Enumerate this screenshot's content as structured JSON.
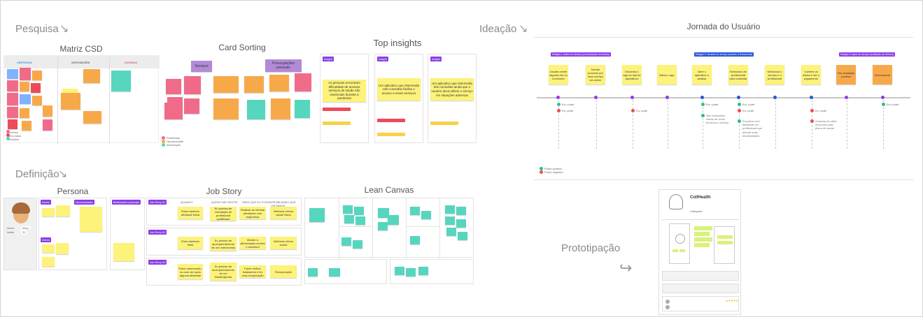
{
  "sections": {
    "pesquisa": "Pesquisa",
    "definicao": "Definição",
    "ideacao": "Ideação",
    "prototipacao": "Prototipação"
  },
  "titles": {
    "matriz": "Matriz CSD",
    "card_sorting": "Card Sorting",
    "top_insights": "Top insights",
    "jornada": "Jornada do Usuário",
    "persona": "Persona",
    "job_story": "Job Story",
    "lean_canvas": "Lean Canvas"
  },
  "matriz": {
    "col_certezas": "CERTEZAS",
    "col_suposicoes": "SUPOSIÇÕES",
    "col_duvidas": "DÚVIDAS",
    "legend": [
      "Produtos",
      "Sem criado",
      "Intenções"
    ]
  },
  "card_sorting": {
    "headers": [
      "Serviços",
      "Preocupações pessoais"
    ],
    "legend": [
      "Problemas",
      "Oportunidade",
      "Informação"
    ]
  },
  "insights": {
    "cards": [
      {
        "text": "As pessoas encontram dificuldade de acessar serviços de saúde não essenciais durante a pandemia"
      },
      {
        "text": "Um aplicativo que intermedia tele-consultas facilita o acesso a esses serviços"
      },
      {
        "text": "Um aplicativo que intermedia tele-consultas ainda que o usuário deva utilizar o serviço em situações adversas"
      }
    ]
  },
  "jornada": {
    "stages": [
      "Estágio 1: antes do serviço (comunicação da clínica)",
      "Estágio 2: durante do serviço (usando a ferramenta)",
      "Estágio 3: após do serviço (avaliação de retorno)"
    ],
    "steps": [
      "Usuário sente alguma dor ou incômodo",
      "Decide procurar por esse serviço via online",
      "Encontra o app na loja de aplicativos",
      "Baixa o app",
      "Abre o aplicativo e analisa",
      "Seleciona um profissional para contratar",
      "Seleciona o serviço e o profissional",
      "Confere os dados e faz o pagamento",
      "Faz avaliação positiva",
      "Recomenda"
    ],
    "pos_labels": [
      "Eu+ pode",
      "Eu+ pode",
      "Eu+ pode",
      "Eu+ pode"
    ],
    "neg_labels": [
      "Eu- pode",
      "Eu- pode",
      "Eu- pode",
      "Eu- pode"
    ],
    "comments": [
      "Tem instruções claras de como funciona o serviço",
      "Encontra com facilidade um profissional que atenda suas necessidades",
      "Gostaria de obter desconto para plano de saúde"
    ],
    "legend": [
      "Ponto positivo",
      "Ponto negativo"
    ]
  },
  "persona": {
    "name": "Nome",
    "name_value": "Mary",
    "age": "Idade",
    "age_value": "31",
    "quote_box": "Motivações pessoais"
  },
  "job_story": {
    "header_cols": [
      "QUANDO",
      "QUERO ME SENTIR",
      "PARA QUE EU POSSA",
      "PROBLEMAS QUE ESTAMOS RESOLVENDO"
    ],
    "rows": [
      [
        "Estou fazendo atividade física",
        "Eu precisa de orientação de profissional qualificado",
        "Realizar as minhas atividades com segurança",
        "Melhorar minha saúde física"
      ],
      [
        "Estou fazendo dieta",
        "Eu preciso de acompanhamento de um nutricionista",
        "Manter a alimentação correta e saudável",
        "Melhorar minha saúde"
      ],
      [
        "Estou machucado, ou com dor após alguma atividade",
        "Eu preciso de acompanhamento de um fisioterapeuta",
        "Fazer melhor tratamento e ter uma recuperação",
        "Recuperação"
      ]
    ]
  },
  "prototype": {
    "app_name": "CollHealth",
    "category": "Categoria"
  },
  "colors": {
    "yellow": "#fdf27a",
    "orange": "#f7a94a",
    "pink": "#f06b8a",
    "teal": "#56d6be",
    "blue": "#7fb2ff",
    "purple": "#b28ad8",
    "red": "#ef4a5a",
    "accent_purple": "#8a3ee6",
    "timeline_blue": "#2855d8"
  }
}
